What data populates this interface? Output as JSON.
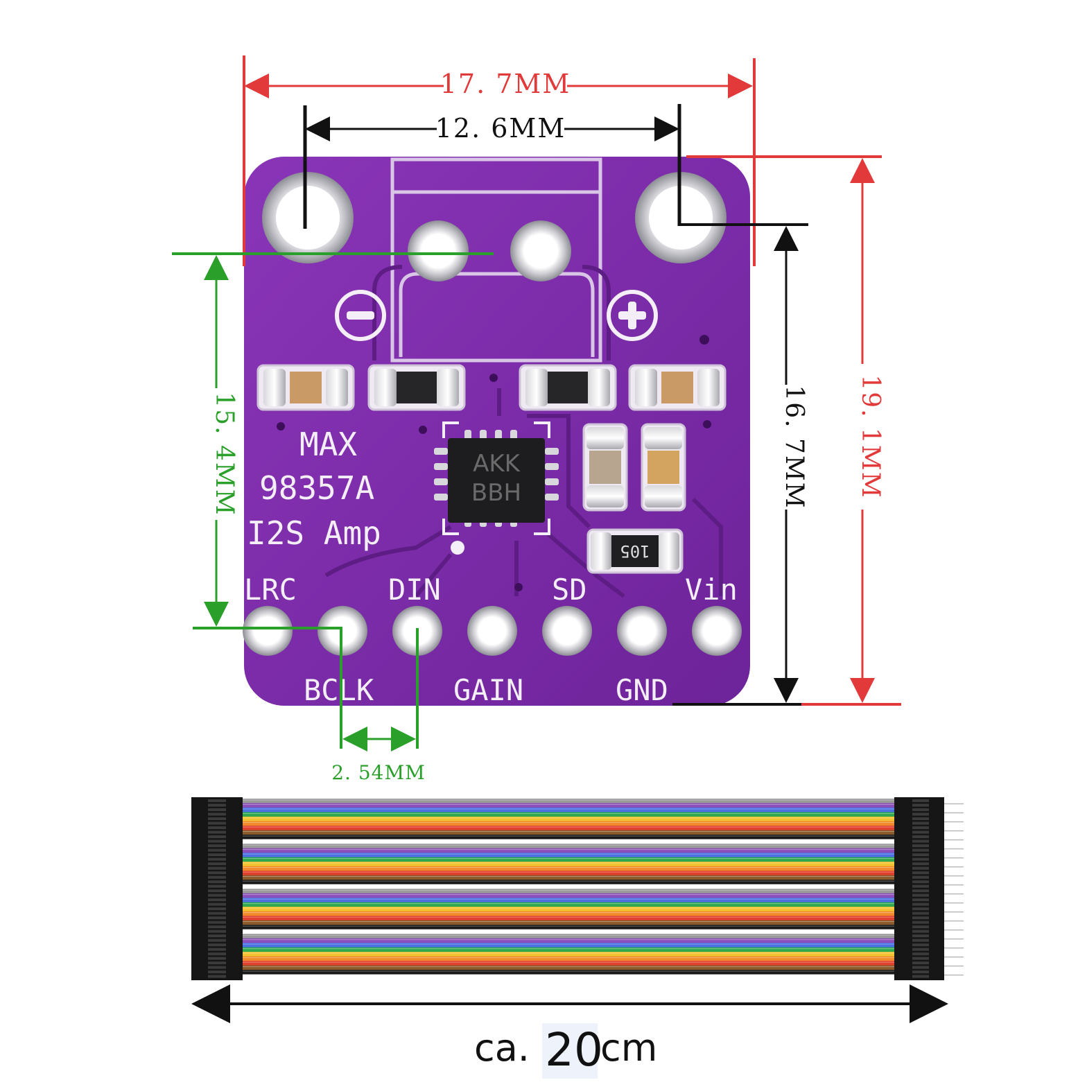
{
  "colors": {
    "pcb": "#7b2aa8",
    "pcb_dark": "#5e1d85",
    "silkscreen": "#f3eef7",
    "dim_red": "#e23a3a",
    "dim_black": "#111111",
    "dim_green": "#2aa02a"
  },
  "dimensions": {
    "width_outer": "17. 7MM",
    "hole_spacing": "12. 6MM",
    "height_outer": "19. 1MM",
    "height_inner": "16. 7MM",
    "hole_to_pins": "15. 4MM",
    "pin_pitch": "2. 54MM"
  },
  "board": {
    "label_line1": "MAX",
    "label_line2": "98357A",
    "label_line3": "I2S Amp",
    "chip_line1": "AKK",
    "chip_line2": "BBH",
    "resistor_code": "105",
    "minus_symbol": "−",
    "plus_symbol": "+",
    "pins_top": [
      "LRC",
      "DIN",
      "SD",
      "Vin"
    ],
    "pins_bottom": [
      "BCLK",
      "GAIN",
      "GND"
    ]
  },
  "cable": {
    "wire_colors": [
      "#9a9a9a",
      "#8a4fb8",
      "#4a6fe0",
      "#2fa84f",
      "#f2c230",
      "#f08a2a",
      "#e0412f",
      "#8b5a2b",
      "#1a1a1a",
      "#ffffff"
    ],
    "caption_prefix": "ca.",
    "caption_value": "20",
    "caption_unit": "cm"
  }
}
